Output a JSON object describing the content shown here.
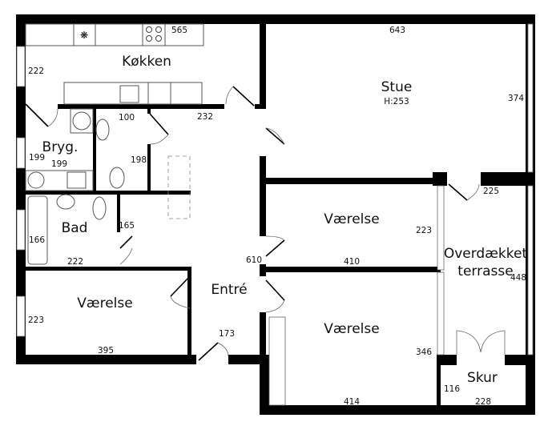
{
  "plan": {
    "rooms": {
      "kitchen": "Køkken",
      "living": "Stue",
      "living_height": "H:253",
      "utility": "Bryg.",
      "bath": "Bad",
      "entrance": "Entré",
      "bedroom1": "Værelse",
      "bedroom2": "Værelse",
      "bedroom3": "Værelse",
      "terrace_line1": "Overdækket",
      "terrace_line2": "terrasse",
      "shed": "Skur"
    },
    "dimensions": {
      "kitchen_width": "565",
      "kitchen_depth": "222",
      "living_width": "643",
      "living_depth": "374",
      "toilet_width": "100",
      "hall_upper": "232",
      "toilet_depth": "198",
      "utility_depth": "199",
      "utility_width": "199",
      "bath_depth": "166",
      "bath_door": "165",
      "bath_width": "222",
      "entrance_depth": "610",
      "bedroom1_depth": "223",
      "bedroom1_width": "395",
      "entrance_door": "173",
      "bedroom2_depth": "223",
      "bedroom2_width": "410",
      "bedroom3_depth": "346",
      "bedroom3_width": "414",
      "terrace_width": "225",
      "terrace_depth": "448",
      "shed_depth": "116",
      "shed_width": "228"
    }
  }
}
